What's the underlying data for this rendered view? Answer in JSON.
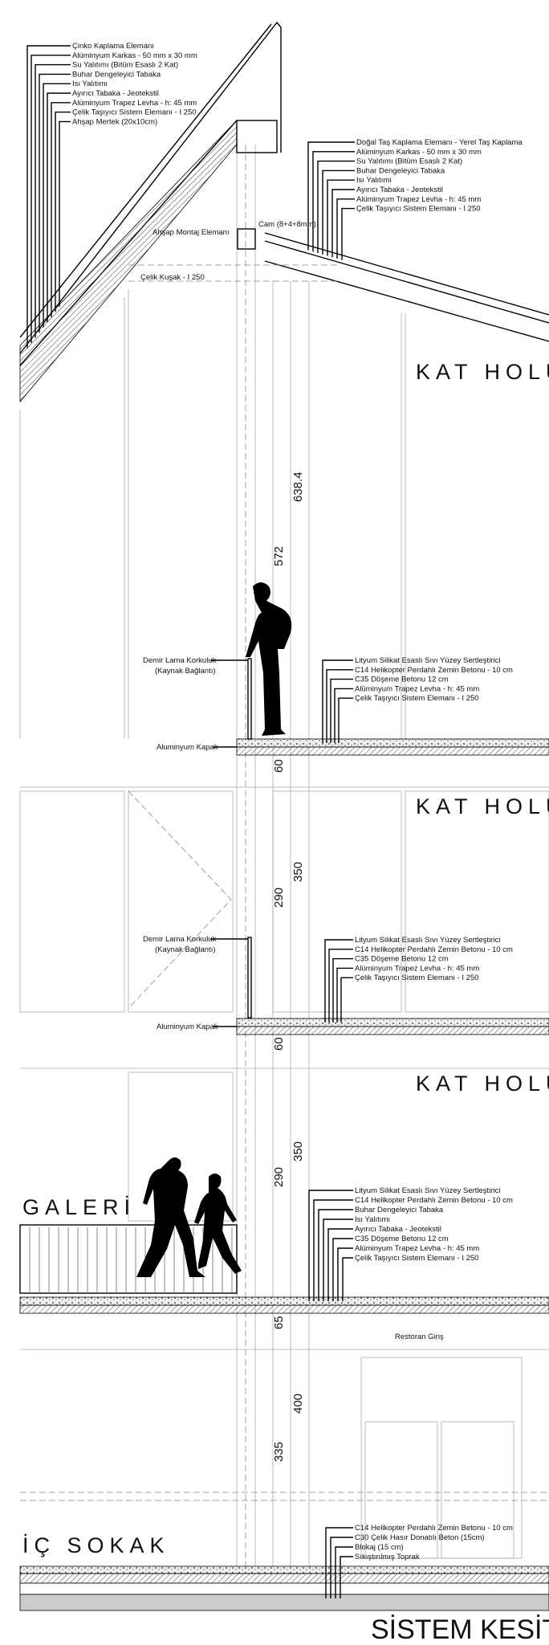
{
  "roof_left_labels": [
    "Çinko Kaplama Elemanı",
    "Alüminyum Karkas - 50 mm x 30 mm",
    "Su Yalıtımı (Bitüm Esaslı 2 Kat)",
    "Buhar Dengeleyici Tabaka",
    "Isı Yalıtımı",
    "Ayırıcı Tabaka - Jeotekstil",
    "Alüminyum Trapez Levha - h: 45 mm",
    "Çelik Taşıyıcı Sistem Elemanı - I 250",
    "Ahşap Mertek (20x10cm)"
  ],
  "roof_right_labels": [
    "Doğal Taş Kaplama Elemanı - Yerel Taş Kaplama",
    "Alüminyum Karkas - 50 mm x 30 mm",
    "Su Yalıtımı (Bitüm Esaslı 2 Kat)",
    "Buhar Dengeleyici Tabaka",
    "Isı Yalıtımı",
    "Ayırıcı Tabaka - Jeotekstil",
    "Alüminyum Trapez Levha - h: 45 mm",
    "Çelik Taşıyıcı Sistem Elemanı - I 250"
  ],
  "misc": {
    "wood_mount": "Ahşap Montaj Elemanı",
    "glass": "Cam (8+4+8mm)",
    "steel_belt": "Çelik Kuşak - I 250",
    "railing_1": "Demir Lama Korkuluk",
    "railing_2": "(Kaynak Bağlantı)",
    "cover": "Aluminyum Kapak",
    "restaurant": "Restoran Giriş"
  },
  "spaces": {
    "hall": "KAT HOLÜ",
    "gallery": "GALERİ",
    "street": "İÇ SOKAK",
    "title": "SİSTEM KESİTİ"
  },
  "dimensions": {
    "d1a": "572",
    "d1b": "638.4",
    "d1c": "60",
    "d2a": "290",
    "d2b": "350",
    "d2c": "60",
    "d3a": "290",
    "d3b": "350",
    "d3c": "65",
    "d4a": "335",
    "d4b": "400"
  },
  "floor1_labels": [
    "Lityum Silikat Esaslı Sıvı Yüzey Sertleştirici",
    "C14 Helikopter Perdahlı Zemin Betonu - 10 cm",
    "C35  Döşeme Betonu 12 cm",
    "Alüminyum Trapez Levha - h: 45 mm",
    "Çelik Taşıyıcı Sistem Elemanı - I 250"
  ],
  "floor2_labels": [
    "Lityum Silikat Esaslı Sıvı Yüzey Sertleştirici",
    "C14 Helikopter Perdahlı Zemin Betonu - 10 cm",
    "C35  Döşeme Betonu 12 cm",
    "Alüminyum Trapez Levha - h: 45 mm",
    "Çelik Taşıyıcı Sistem Elemanı - I 250"
  ],
  "floor3_labels": [
    "Lityum Silikat Esaslı Sıvı Yüzey Sertleştirici",
    "C14 Helikopter Perdahlı Zemin Betonu - 10 cm",
    "Buhar Dengeleyici Tabaka",
    "Isı Yalıtımı",
    "Ayırıcı Tabaka - Jeotekstil",
    "C35  Döşeme Betonu 12 cm",
    "Alüminyum Trapez Levha - h: 45 mm",
    "Çelik Taşıyıcı Sistem Elemanı - I 250"
  ],
  "ground_labels": [
    "C14 Helikopter Perdahlı Zemin Betonu - 10 cm",
    "C30  Çelik Hasır Donatılı Beton (15cm)",
    "Blokaj (15 cm)",
    "Sıkıştırılmış Toprak"
  ]
}
